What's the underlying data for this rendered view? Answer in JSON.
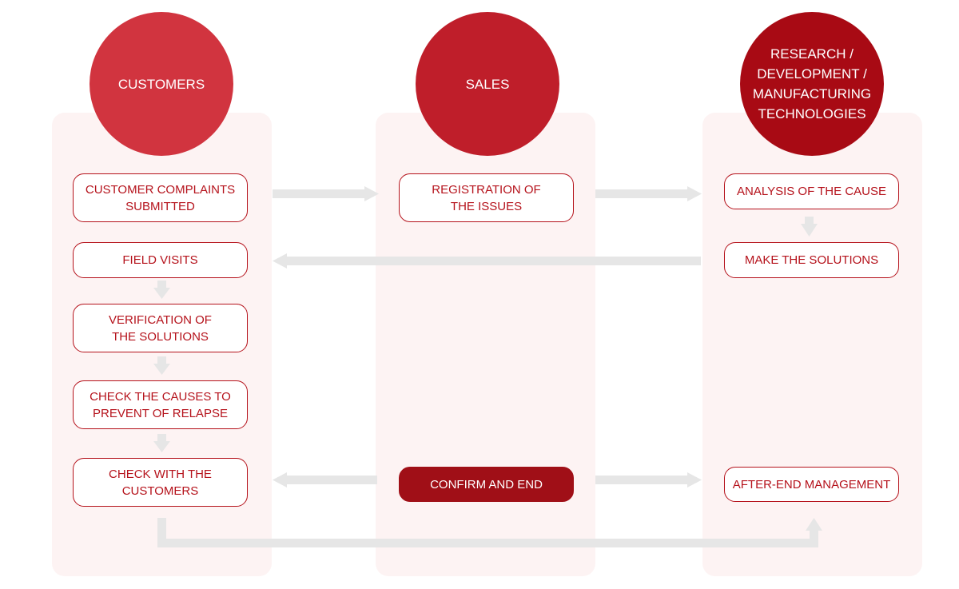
{
  "lanes": {
    "customers": {
      "title": "CUSTOMERS",
      "color": "#d1343f"
    },
    "sales": {
      "title": "SALES",
      "color": "#bf1e2a"
    },
    "rnd": {
      "title": "RESEARCH /\nDEVELOPMENT /\nMANUFACTURING\nTECHNOLOGIES",
      "color": "#a80a14"
    }
  },
  "steps": {
    "customer_complaints": "CUSTOMER COMPLAINTS\nSUBMITTED",
    "field_visits": "FIELD VISITS",
    "verification": "VERIFICATION OF\nTHE SOLUTIONS",
    "check_causes": "CHECK THE CAUSES TO\nPREVENT OF RELAPSE",
    "check_customers": "CHECK WITH THE\nCUSTOMERS",
    "registration": "REGISTRATION OF\nTHE ISSUES",
    "confirm_end": "CONFIRM AND END",
    "analysis": "ANALYSIS OF THE CAUSE",
    "make_solutions": "MAKE THE SOLUTIONS",
    "after_end": "AFTER-END MANAGEMENT"
  },
  "colors": {
    "accent": "#b5121b",
    "lane_bg": "#fdf3f3",
    "arrow": "#e6e6e6"
  }
}
